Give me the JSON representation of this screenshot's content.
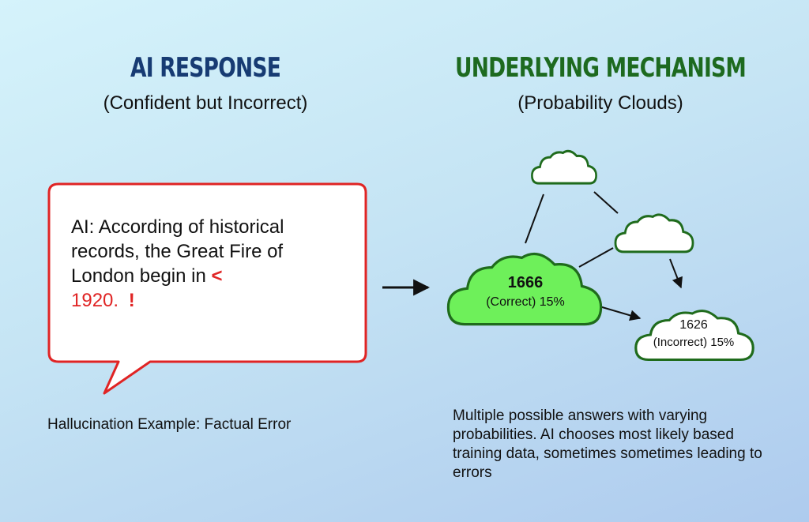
{
  "left": {
    "title": "AI RESPONSE",
    "subtitle": "(Confident but Incorrect)",
    "bubble": {
      "line1": "AI: According of historical",
      "line2": "records, the Great Fire of",
      "line3": "London begin in",
      "marker": "<",
      "year": "1920.",
      "exclaim": "!"
    },
    "caption": "Hallucination Example: Factual Error"
  },
  "right": {
    "title": "UNDERLYING MECHANISM",
    "subtitle": "(Probability Clouds)",
    "clouds": [
      {
        "id": "correct",
        "value": "1666",
        "label": "(Correct) 15%",
        "fill": "#6ef05a"
      },
      {
        "id": "incorrect",
        "value": "1626",
        "label": "(Incorrect) 15%",
        "fill": "#ffffff"
      },
      {
        "id": "top",
        "value": "",
        "label": "",
        "fill": "#ffffff"
      },
      {
        "id": "middle",
        "value": "",
        "label": "",
        "fill": "#ffffff"
      }
    ],
    "caption": "Multiple possible answers with varying probabilities. AI chooses most likely based training data, sometimes sometimes leading to errors"
  },
  "colors": {
    "left_title": "#173b73",
    "right_title": "#1d6a1f",
    "error_red": "#e02424",
    "cloud_border": "#1f6b1c"
  }
}
